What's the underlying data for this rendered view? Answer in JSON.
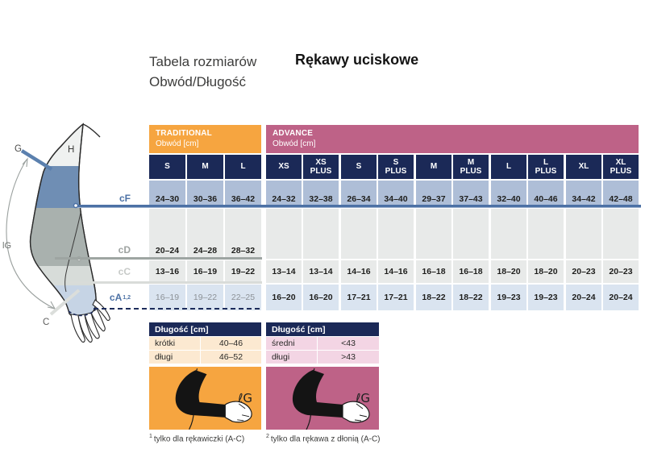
{
  "header": {
    "subtitle_line1": "Tabela rozmiarów",
    "subtitle_line2": "Obwód/Długość",
    "title": "Rękawy uciskowe"
  },
  "row_labels": {
    "cF": "cF",
    "cD": "cD",
    "cC": "cC",
    "cA": "cA",
    "cA_sup": "1,2"
  },
  "traditional": {
    "title": "TRADITIONAL",
    "subtitle": "Obwód [cm]",
    "columns": [
      "S",
      "M",
      "L"
    ],
    "cF": [
      "24–30",
      "30–36",
      "36–42"
    ],
    "cD": [
      "20–24",
      "24–28",
      "28–32"
    ],
    "cC": [
      "13–16",
      "16–19",
      "19–22"
    ],
    "cA": [
      "16–19",
      "19–22",
      "22–25"
    ]
  },
  "advance": {
    "title": "ADVANCE",
    "subtitle": "Obwód [cm]",
    "columns": [
      "XS",
      "XS PLUS",
      "S",
      "S PLUS",
      "M",
      "M PLUS",
      "L",
      "L PLUS",
      "XL",
      "XL PLUS"
    ],
    "cF": [
      "24–32",
      "32–38",
      "26–34",
      "34–40",
      "29–37",
      "37–43",
      "32–40",
      "40–46",
      "34–42",
      "42–48"
    ],
    "cC": [
      "13–14",
      "13–14",
      "14–16",
      "14–16",
      "16–18",
      "16–18",
      "18–20",
      "18–20",
      "20–23",
      "20–23"
    ],
    "cA": [
      "16–20",
      "16–20",
      "17–21",
      "17–21",
      "18–22",
      "18–22",
      "19–23",
      "19–23",
      "20–24",
      "20–24"
    ]
  },
  "length_traditional": {
    "title": "Długość [cm]",
    "rows": [
      {
        "label": "krótki",
        "value": "40–46"
      },
      {
        "label": "długi",
        "value": "46–52"
      }
    ],
    "figure_label": "ℓG"
  },
  "length_advance": {
    "title": "Długość [cm]",
    "rows": [
      {
        "label": "średni",
        "value": "<43"
      },
      {
        "label": "długi",
        "value": ">43"
      }
    ],
    "figure_label": "ℓG"
  },
  "diagram": {
    "g_label": "G",
    "h_label": "H",
    "length_label": "lG",
    "c_label": "C"
  },
  "footnotes": [
    {
      "sup": "1",
      "text": "tylko dla rękawiczki (A-C)"
    },
    {
      "sup": "2",
      "text": "tylko dla rękawa z dłonią (A-C)"
    }
  ],
  "colors": {
    "orange": "#F6A540",
    "pink": "#BE6287",
    "navy": "#1B2957",
    "blue_accent": "#4C71A5",
    "cf_band": "#AEBED7",
    "stripe": "#E8EAE9",
    "ca_band": "#DAE4F0"
  }
}
